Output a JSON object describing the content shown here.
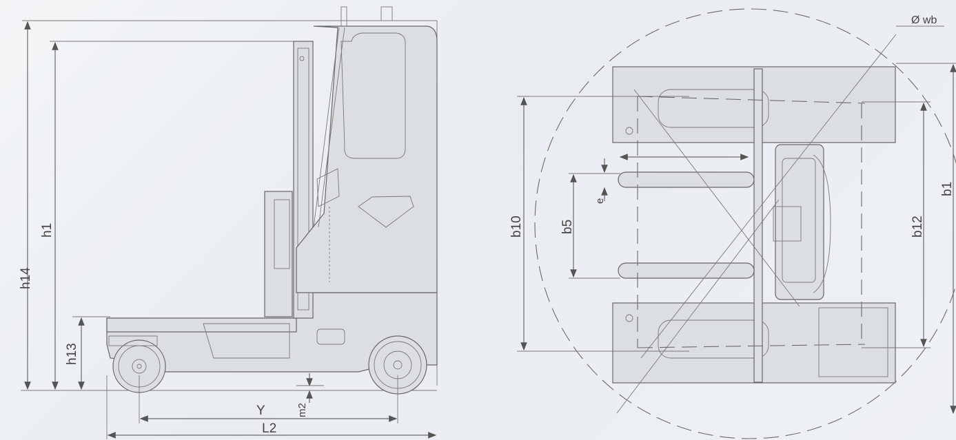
{
  "labels": {
    "h14": "h14",
    "h1": "h1",
    "h13": "h13",
    "Y": "Y",
    "m2": "m2",
    "L2": "L2",
    "b10": "b10",
    "b5": "b5",
    "b12": "b12",
    "b1": "b1",
    "e": "e",
    "wb": "Ø wb"
  }
}
